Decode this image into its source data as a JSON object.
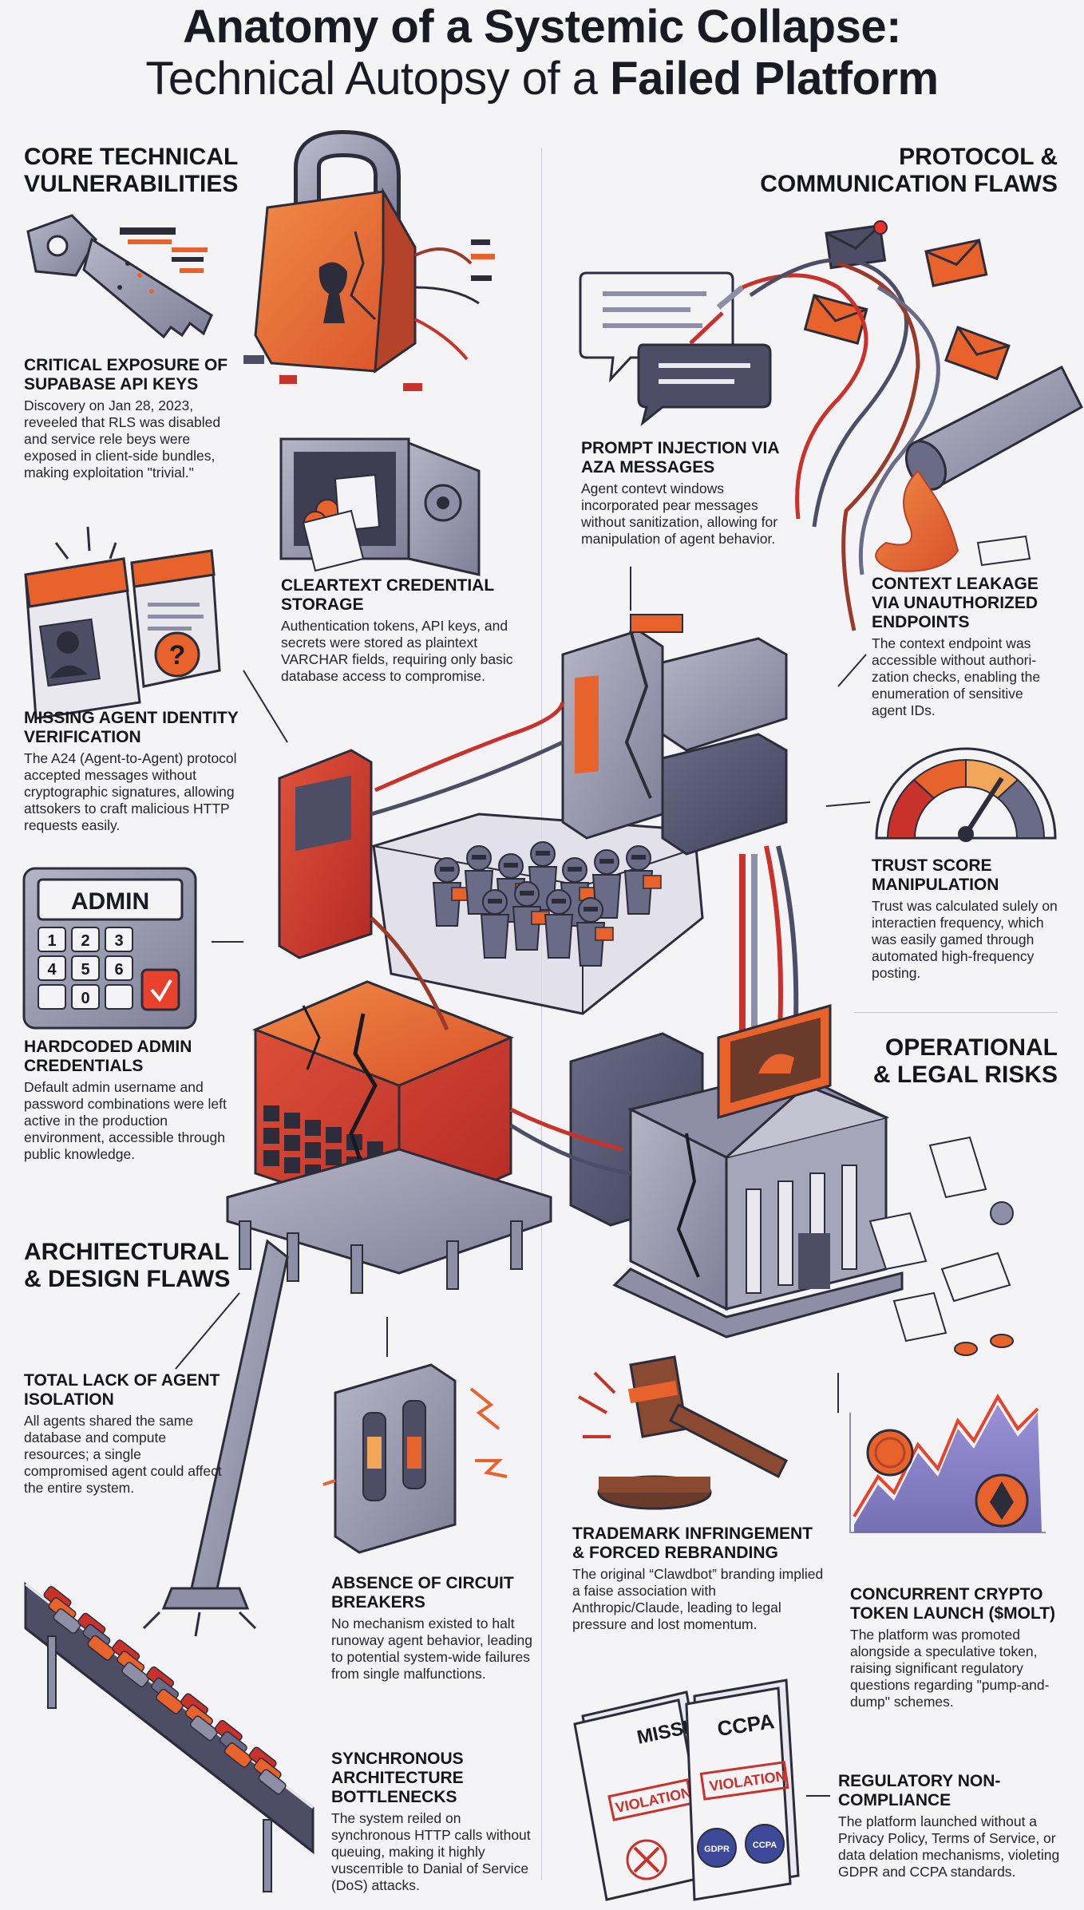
{
  "title": {
    "line1": "Anatomy of a Systemic Collapse:",
    "line2_prefix": "Technical Autopsy of a ",
    "line2_bold": "Failed Platform"
  },
  "sections": {
    "core": "CORE TECHNICAL VULNERABILITIES",
    "protocol": "PROTOCOL & COMMUNICATION FLAWS",
    "operational": "OPERATIONAL & LEGAL RISKS",
    "architectural": "ARCHITECTURAL & DESIGN FLAWS"
  },
  "items": {
    "api_keys": {
      "title": "CRITICAL EXPOSURE OF SUPABASE API KEYS",
      "body": "Discovery on Jan 28, 2023, reveeled that RLS was disabled and service rele beys were exposed in client-side bundles, making exploitation \"trivial.\""
    },
    "cleartext": {
      "title": "CLEARTEXT CREDENTIAL STORAGE",
      "body": "Authentication tokens, API keys, and secrets were stored as plaintext VARCHAR fields, requiring only basic database access to compromise."
    },
    "identity": {
      "title": "MISSING AGENT IDENTITY VERIFICATION",
      "body": "The A24 (Agent-to-Agent) protocol accepted messages without cryptographic signatures, allowing attsokers to craft malicious HTTP requests easily."
    },
    "admin": {
      "title": "HARDCODED ADMIN CREDENTIALS",
      "body": "Default admin username and password combinations were left active in the production environment, accessible through public knowledge."
    },
    "prompt": {
      "title": "PROMPT INJECTION VIA AZA MESSAGES",
      "body": "Agent contevt windows incorporated pear messages without sanitization, allowing for manipulation of agent behavior."
    },
    "context": {
      "title": "CONTEXT LEAKAGE VIA UNAUTHORIZED ENDPOINTS",
      "body": "The context endpoint was accessible without authori-zation checks, enabling the enumeration of sensitive agent IDs."
    },
    "trust": {
      "title": "TRUST SCORE MANIPULATION",
      "body": "Trust was calculated sulely on interactien frequency, which was easily gamed through automated high-frequency posting."
    },
    "isolation": {
      "title": "TOTAL LACK OF AGENT ISOLATION",
      "body": "All agents shared the same database and compute resources; a single compromised agent could affect the entire system."
    },
    "breakers": {
      "title": "ABSENCE OF CIRCUIT BREAKERS",
      "body": "No mechanism existed to halt runoway agent behavior, leading to potential system-wide failures from single malfunctions."
    },
    "sync": {
      "title": "SYNCHRONOUS ARCHITECTURE BOTTLENECKS",
      "body": "The system reiled on synchronous HTTP calls without queuing, making it highly vuscептible to Danial of Service (DoS) attacks."
    },
    "trademark": {
      "title": "TRADEMARK INFRINGEMENT & FORCED REBRANDING",
      "body": "The original “Clawdbot” branding implied a faise association with Anthropic/Claude, leading to legal pressure and lost momentum."
    },
    "crypto": {
      "title": "CONCURRENT CRYPTO TOKEN LAUNCH ($MOLT)",
      "body": "The platform was promoted alongside a speculative token, raising significant regulatory questions regarding \"pump-and-dump\" schemes."
    },
    "regulatory": {
      "title": "REGULATORY NON-COMPLIANCE",
      "body": "The platform launched without a Privacy Policy, Terms of Service, or data delation mechanisms, violeting GDPR and CCPA standards."
    }
  },
  "art_labels": {
    "admin_badge": "ADMIN",
    "keypad": [
      "1",
      "2",
      "3",
      "4",
      "5",
      "6",
      "0"
    ],
    "missing_doc": "MISSING",
    "ccpa_doc": "CCPA",
    "violation": "VIOLATION",
    "gdpr_seal": "GDPR",
    "ccpa_seal": "CCPA",
    "question_mark": "?"
  },
  "colors": {
    "accent_orange": "#e8622c",
    "accent_red": "#c9322b",
    "slate": "#8e8fa6",
    "dark_slate": "#4d4e66",
    "background": "#f4f3f6"
  }
}
